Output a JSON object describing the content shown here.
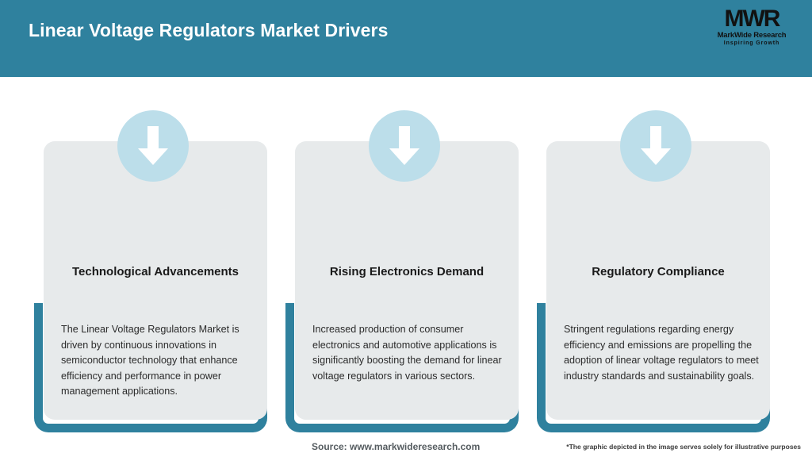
{
  "header": {
    "title": "Linear Voltage Regulators Market Drivers",
    "background_color": "#2f819e",
    "title_color": "#ffffff",
    "logo": {
      "mark": "MWR",
      "name": "MarkWide Research",
      "tagline": "Inspiring Growth"
    }
  },
  "theme": {
    "accent_teal": "#2f819e",
    "icon_circle_blue": "#bcdeea",
    "card_background": "#e7eaeb",
    "arrow_color": "#ffffff"
  },
  "cards": [
    {
      "icon": "arrow-down-icon",
      "title": "Technological Advancements",
      "body": "The Linear Voltage Regulators Market is driven by continuous innovations in semiconductor technology that enhance efficiency and performance in power management applications."
    },
    {
      "icon": "arrow-down-icon",
      "title": "Rising Electronics Demand",
      "body": "Increased production of consumer electronics and automotive applications is significantly boosting the demand for linear voltage regulators in various sectors."
    },
    {
      "icon": "arrow-down-icon",
      "title": "Regulatory Compliance",
      "body": "Stringent regulations regarding energy efficiency and emissions are propelling the adoption of linear voltage regulators to meet industry standards and sustainability goals."
    }
  ],
  "footer": {
    "source": "Source: www.markwideresearch.com",
    "disclaimer": "*The graphic depicted in the image serves solely for illustrative purposes"
  }
}
